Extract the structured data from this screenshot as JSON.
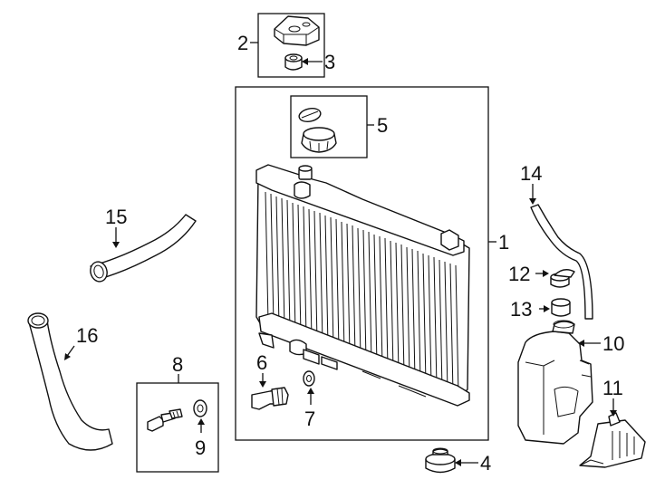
{
  "callouts": {
    "c1": "1",
    "c2": "2",
    "c3": "3",
    "c4": "4",
    "c5": "5",
    "c6": "6",
    "c7": "7",
    "c8": "8",
    "c9": "9",
    "c10": "10",
    "c11": "11",
    "c12": "12",
    "c13": "13",
    "c14": "14",
    "c15": "15",
    "c16": "16"
  },
  "parts": {
    "radiator": "radiator-assembly",
    "bracket": "upper-mount-bracket",
    "cushion": "mount-cushion",
    "cap": "radiator-cap",
    "drain": "drain-plug",
    "drain_washer": "drain-plug-washer",
    "sensor": "temperature-sensor",
    "sensor_washer": "sensor-washer",
    "reservoir": "coolant-reservoir",
    "reservoir_cap": "reservoir-cap",
    "reservoir_insert": "reservoir-insert",
    "overflow_hose": "overflow-hose",
    "upper_hose": "upper-radiator-hose",
    "lower_hose": "lower-radiator-hose",
    "lower_cushion": "lower-mount-cushion",
    "reservoir_bracket": "reservoir-bracket"
  }
}
